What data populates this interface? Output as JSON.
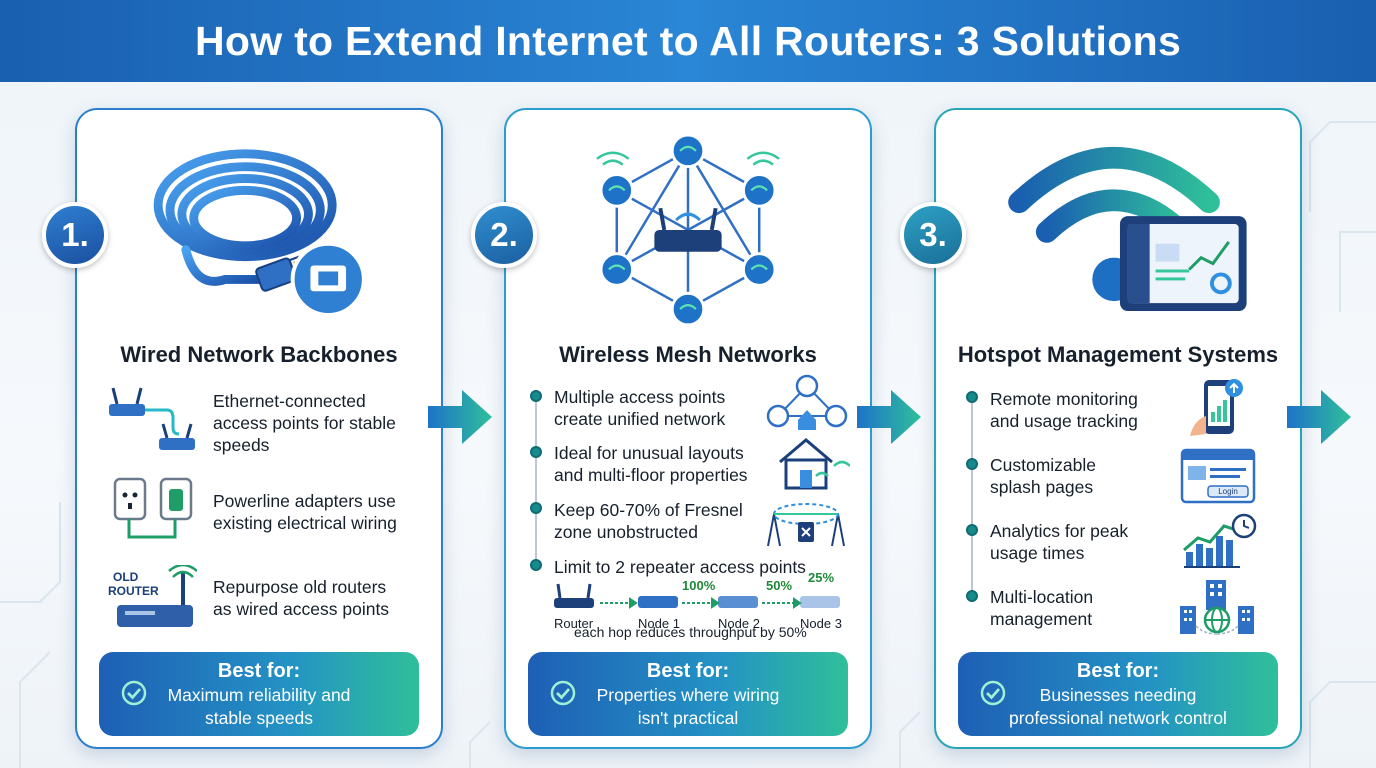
{
  "title": "How to Extend Internet to All Routers: 3 Solutions",
  "solutions": [
    {
      "number": "1.",
      "title": "Wired Network Backbones",
      "features": [
        {
          "line1": "Ethernet-connected",
          "line2": "access points for stable",
          "line3": "speeds",
          "icon": "connected-routers-icon"
        },
        {
          "line1": "Powerline adapters use",
          "line2": "existing electrical wiring",
          "icon": "power-outlet-icon"
        },
        {
          "line1": "Repurpose old routers",
          "line2": "as wired access points",
          "icon": "old-router-icon"
        }
      ],
      "old_router_label_1": "OLD",
      "old_router_label_2": "ROUTER",
      "best_for_title": "Best for:",
      "best_for_line1": "Maximum reliability and",
      "best_for_line2": "stable speeds"
    },
    {
      "number": "2.",
      "title": "Wireless Mesh Networks",
      "features": [
        {
          "line1": "Multiple access points",
          "line2": "create unified network",
          "icon": "mesh-home-icon"
        },
        {
          "line1": "Ideal for unusual layouts",
          "line2": "and multi-floor properties",
          "icon": "house-wifi-icon"
        },
        {
          "line1": "Keep 60-70% of Fresnel",
          "line2": "zone unobstructed",
          "icon": "fresnel-zone-icon"
        },
        {
          "line1": "Limit to 2 repeater access points",
          "icon": "repeater-chain"
        }
      ],
      "chain": {
        "labels": [
          "Router",
          "Node 1",
          "Node 2",
          "Node 3"
        ],
        "percentages": [
          "100%",
          "50%",
          "25%"
        ],
        "caption": "each hop reduces throughput by 50%"
      },
      "best_for_title": "Best for:",
      "best_for_line1": "Properties where wiring",
      "best_for_line2": "isn't practical"
    },
    {
      "number": "3.",
      "title": "Hotspot Management Systems",
      "features": [
        {
          "line1": "Remote monitoring",
          "line2": "and usage tracking",
          "icon": "phone-chart-icon"
        },
        {
          "line1": "Customizable",
          "line2": "splash pages",
          "icon": "splash-page-icon"
        },
        {
          "line1": "Analytics for peak",
          "line2": "usage times",
          "icon": "analytics-chart-icon"
        },
        {
          "line1": "Multi-location",
          "line2": "management",
          "icon": "buildings-globe-icon"
        }
      ],
      "splash_button": "Login",
      "best_for_title": "Best for:",
      "best_for_line1": "Businesses needing",
      "best_for_line2": "professional network control"
    }
  ],
  "colors": {
    "header": "#1a5fb0",
    "accent_blue": "#2b7fcc",
    "accent_teal": "#26a4b8",
    "best_for_gradient_end": "#2fbf9a",
    "percent_green": "#1e8a3a"
  }
}
